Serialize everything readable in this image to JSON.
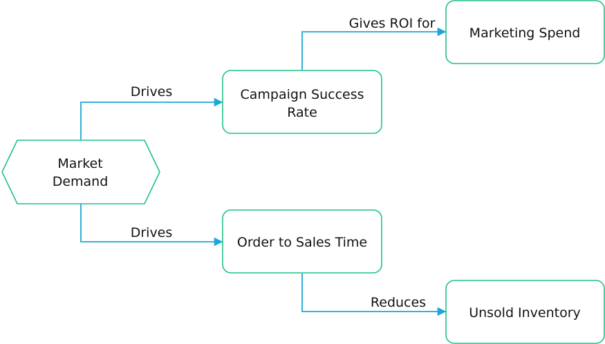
{
  "colors": {
    "node_border": "#1fbf8a",
    "edge": "#19a7d6",
    "text": "#111111"
  },
  "nodes": {
    "market_demand": {
      "line1": "Market",
      "line2": "Demand"
    },
    "campaign_success_rate": {
      "line1": "Campaign Success",
      "line2": "Rate"
    },
    "marketing_spend": {
      "label": "Marketing Spend"
    },
    "order_to_sales_time": {
      "label": "Order to Sales Time"
    },
    "unsold_inventory": {
      "label": "Unsold Inventory"
    }
  },
  "edges": {
    "demand_to_campaign": {
      "label": "Drives"
    },
    "campaign_to_spend": {
      "label": "Gives ROI for"
    },
    "demand_to_order": {
      "label": "Drives"
    },
    "order_to_inventory": {
      "label": "Reduces"
    }
  }
}
